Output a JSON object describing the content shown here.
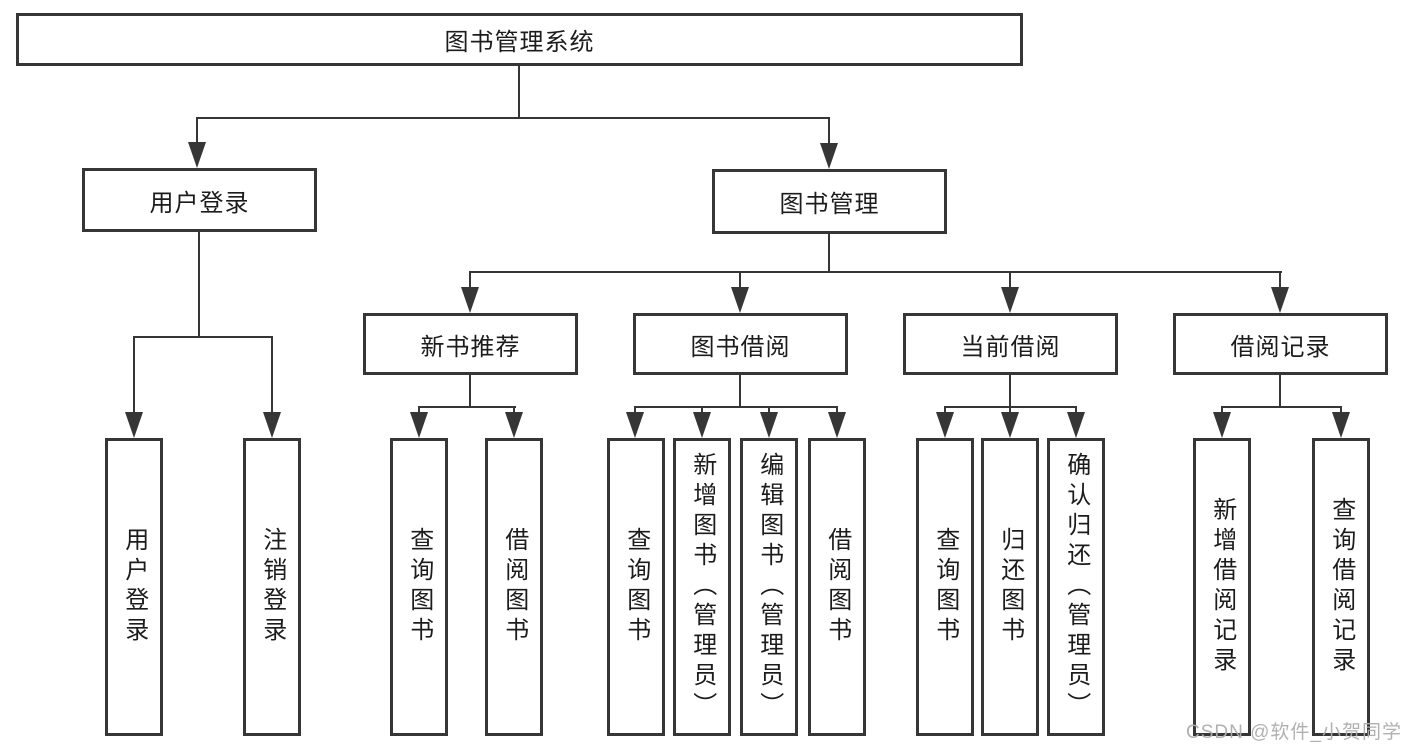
{
  "diagram": {
    "root": {
      "label": "图书管理系统"
    },
    "level1": [
      {
        "label": "用户登录"
      },
      {
        "label": "图书管理"
      }
    ],
    "level2": [
      {
        "label": "新书推荐"
      },
      {
        "label": "图书借阅"
      },
      {
        "label": "当前借阅"
      },
      {
        "label": "借阅记录"
      }
    ],
    "leaves": [
      {
        "label": "用户登录"
      },
      {
        "label": "注销登录"
      },
      {
        "label": "查询图书"
      },
      {
        "label": "借阅图书"
      },
      {
        "label": "查询图书"
      },
      {
        "label": "新增图书（管理员）"
      },
      {
        "label": "编辑图书（管理员）"
      },
      {
        "label": "借阅图书"
      },
      {
        "label": "查询图书"
      },
      {
        "label": "归还图书"
      },
      {
        "label": "确认归还（管理员）"
      },
      {
        "label": "新增借阅记录"
      },
      {
        "label": "查询借阅记录"
      }
    ],
    "watermark": "CSDN @软件_小贺同学"
  }
}
